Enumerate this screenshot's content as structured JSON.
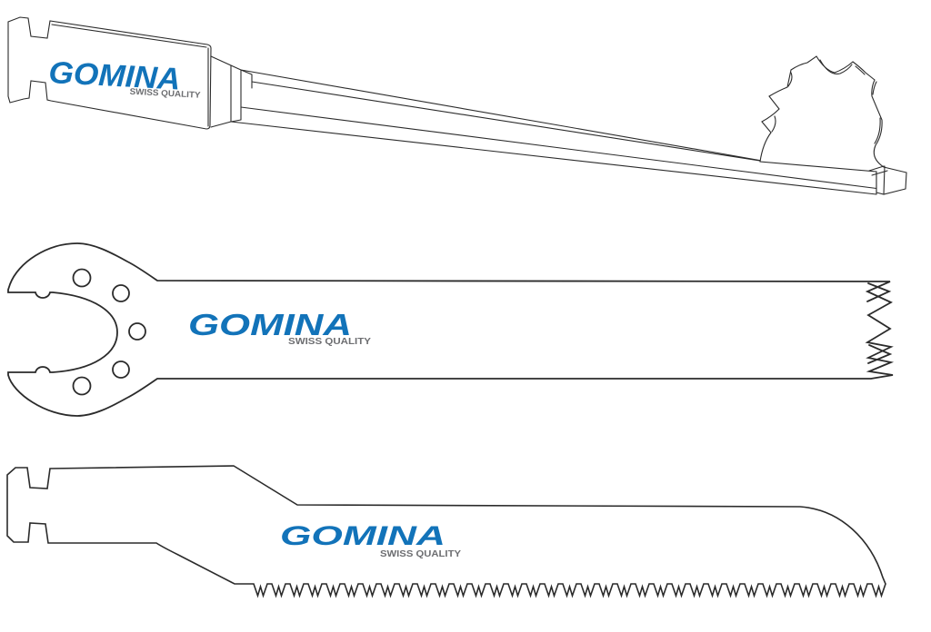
{
  "brand": {
    "name": "GOMINA",
    "tagline": "SWISS QUALITY",
    "wordmark_color": "#1273b9",
    "tagline_color": "#6d6e71"
  },
  "canvas": {
    "background": "#ffffff",
    "line_color": "#2b2b2b"
  },
  "blades": [
    {
      "label": "crescent-crown-saw-blade-perspective"
    },
    {
      "label": "oscillating-saw-blade-top-view"
    },
    {
      "label": "reciprocating-saw-blade-side-view"
    }
  ]
}
